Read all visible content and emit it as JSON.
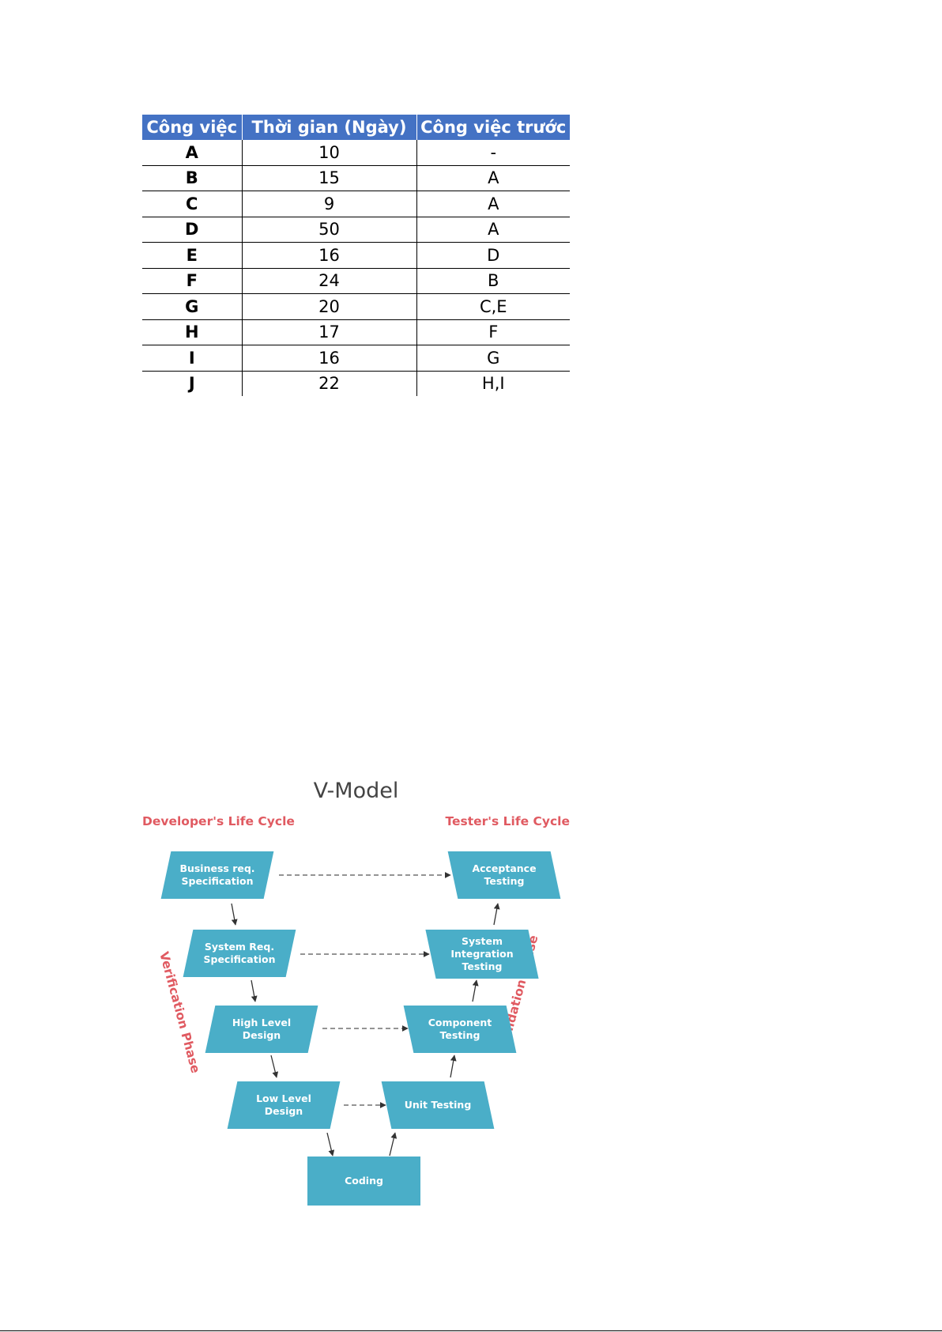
{
  "table": {
    "headers": [
      "Công việc",
      "Thời gian (Ngày)",
      "Công việc trước"
    ],
    "rows": [
      [
        "A",
        "10",
        "-"
      ],
      [
        "B",
        "15",
        "A"
      ],
      [
        "C",
        "9",
        "A"
      ],
      [
        "D",
        "50",
        "A"
      ],
      [
        "E",
        "16",
        "D"
      ],
      [
        "F",
        "24",
        "B"
      ],
      [
        "G",
        "20",
        "C,E"
      ],
      [
        "H",
        "17",
        "F"
      ],
      [
        "I",
        "16",
        "G"
      ],
      [
        "J",
        "22",
        "H,I"
      ]
    ]
  },
  "diagram": {
    "title": "V-Model",
    "left_cycle": "Developer's Life Cycle",
    "right_cycle": "Tester's Life Cycle",
    "left_phase": "Verification Phase",
    "right_phase": "Validation Phase",
    "boxes": {
      "business": "Business req.\nSpecification",
      "system_req": "System Req.\nSpecification",
      "high_level": "High Level\nDesign",
      "low_level": "Low Level\nDesign",
      "coding": "Coding",
      "unit": "Unit Testing",
      "component": "Component\nTesting",
      "integration": "System\nIntegration\nTesting",
      "acceptance": "Acceptance\nTesting"
    },
    "colors": {
      "box": "#4aaec8",
      "accent": "#e05a61",
      "header": "#4472c4"
    }
  }
}
